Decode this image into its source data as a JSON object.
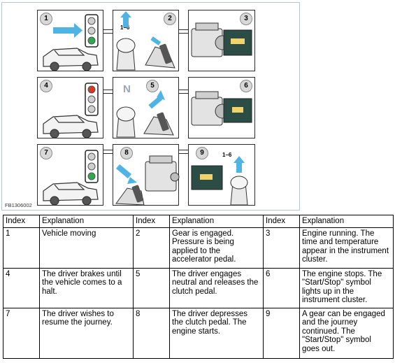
{
  "figure": {
    "code": "FB1306002",
    "neutral_label": "N",
    "gear_range_label": "1–6",
    "steps": [
      "1",
      "2",
      "3",
      "4",
      "5",
      "6",
      "7",
      "8",
      "9"
    ],
    "icons": {
      "traffic_light_green": "traffic-light-green-icon",
      "traffic_light_red": "traffic-light-red-icon",
      "car": "car-icon",
      "gear_knob": "gear-knob-icon",
      "pedal": "pedal-icon",
      "engine": "engine-icon",
      "instrument_cluster": "instrument-cluster-icon",
      "arrow": "arrow-icon"
    },
    "colors": {
      "arrow": "#4fb3e3",
      "light_green": "#2fa84f",
      "light_red": "#d33a2c",
      "light_off": "#cfcfcf",
      "cluster_bg": "#2b4d45"
    }
  },
  "table": {
    "headers": [
      "Index",
      "Explanation",
      "Index",
      "Explanation",
      "Index",
      "Explanation"
    ],
    "rows": [
      [
        {
          "index": "1",
          "text": "Vehicle moving"
        },
        {
          "index": "2",
          "text": "Gear is engaged. Pressure is being applied to the accelerator pedal."
        },
        {
          "index": "3",
          "text": "Engine running. The time and temperature appear in the instrument cluster."
        }
      ],
      [
        {
          "index": "4",
          "text": "The driver brakes until the vehicle comes to a halt."
        },
        {
          "index": "5",
          "text": "The driver engages neutral and releases the clutch pedal."
        },
        {
          "index": "6",
          "text": "The engine stops. The \"Start/Stop\" symbol lights up in the instrument cluster."
        }
      ],
      [
        {
          "index": "7",
          "text": "The driver wishes to resume the journey."
        },
        {
          "index": "8",
          "text": "The driver depresses the clutch pedal. The engine starts."
        },
        {
          "index": "9",
          "text": "A gear can be engaged and the journey continued. The \"Start/Stop\" symbol goes out."
        }
      ]
    ]
  }
}
